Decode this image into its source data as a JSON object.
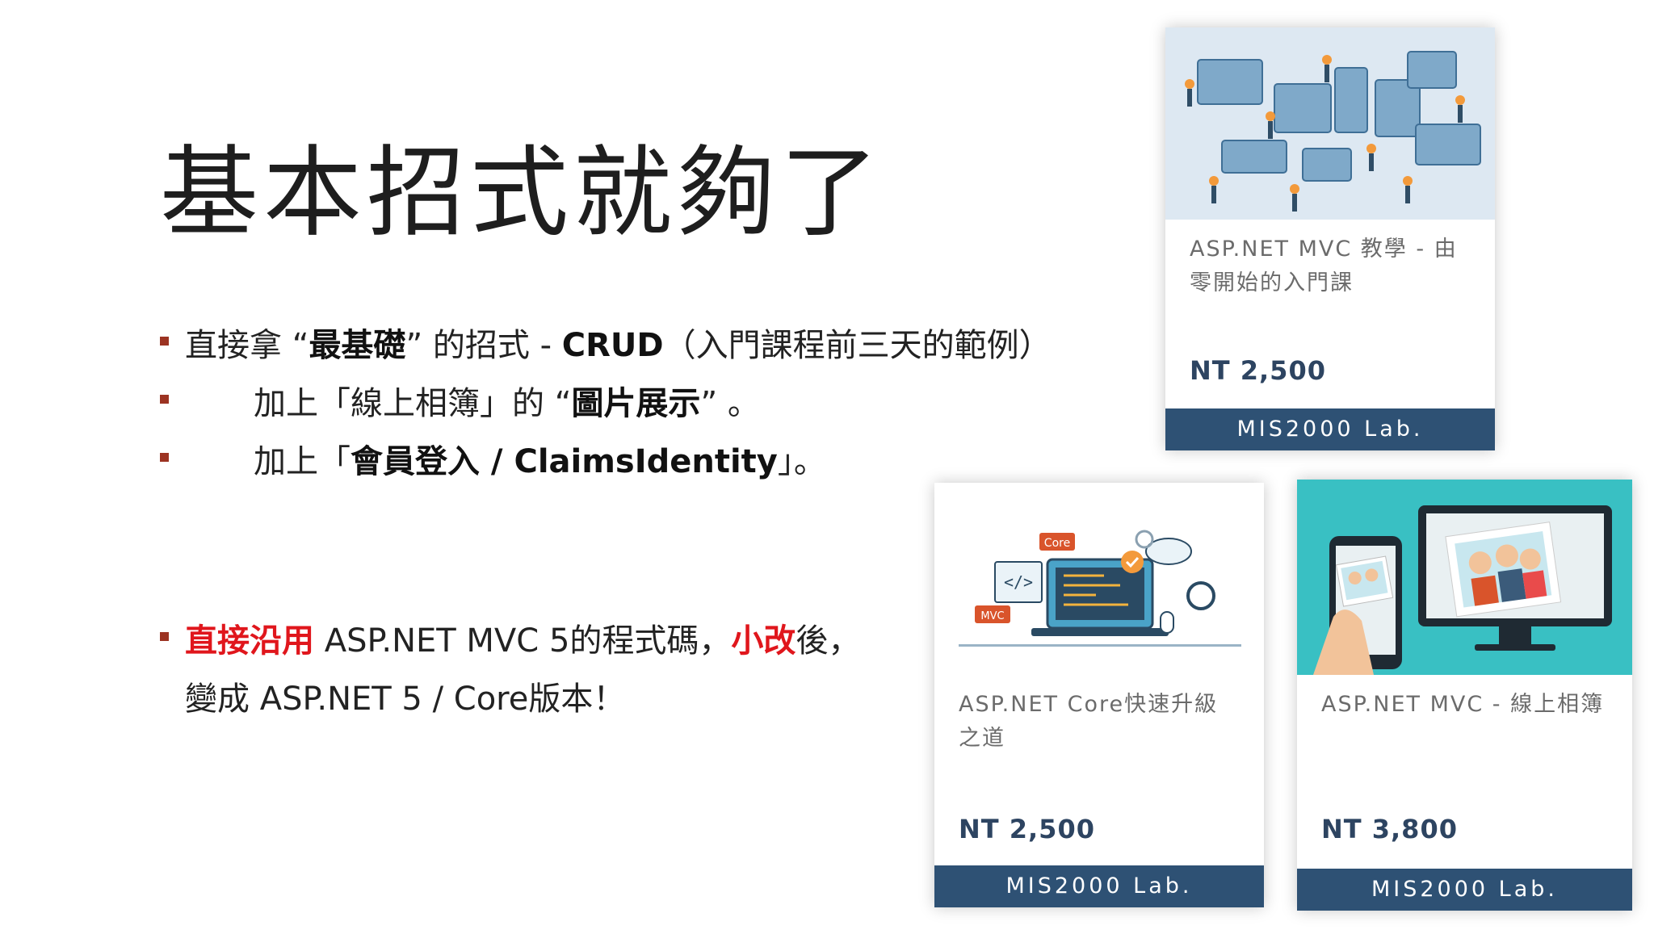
{
  "slide": {
    "title": "基本招式就夠了",
    "bullets": [
      {
        "pre": "直接拿 “",
        "bold": "最基礎",
        "post": "” 的招式 - ",
        "bold2": "CRUD",
        "tail": "（入門課程前三天的範例）"
      },
      {
        "pre": "加上「線上相簿」的 “",
        "bold": "圖片展示",
        "post": "” 。"
      },
      {
        "pre": "加上「",
        "bold": "會員登入 / ClaimsIdentity",
        "post": "」。"
      },
      {
        "red1": "直接沿用",
        "mid": " ASP.NET MVC 5的程式碼，",
        "red2": "小改",
        "post": "後，",
        "line2": "變成 ASP.NET 5 / Core版本！"
      }
    ]
  },
  "cards": [
    {
      "title_line1": "ASP.NET MVC 教學 - 由",
      "title_line2": "零開始的入門課",
      "price": "NT 2,500",
      "footer": "MIS2000 Lab.",
      "image_icon": "it-people-illustration"
    },
    {
      "title_line1": "ASP.NET Core快速升級",
      "title_line2": "之道",
      "price": "NT 2,500",
      "footer": "MIS2000 Lab.",
      "image_icon": "mvc-core-laptop-illustration",
      "img_labels": {
        "core": "Core",
        "mvc": "MVC"
      }
    },
    {
      "title_line1": "ASP.NET MVC - 線上相簿",
      "title_line2": "",
      "price": "NT 3,800",
      "footer": "MIS2000 Lab.",
      "image_icon": "photo-album-illustration"
    }
  ]
}
